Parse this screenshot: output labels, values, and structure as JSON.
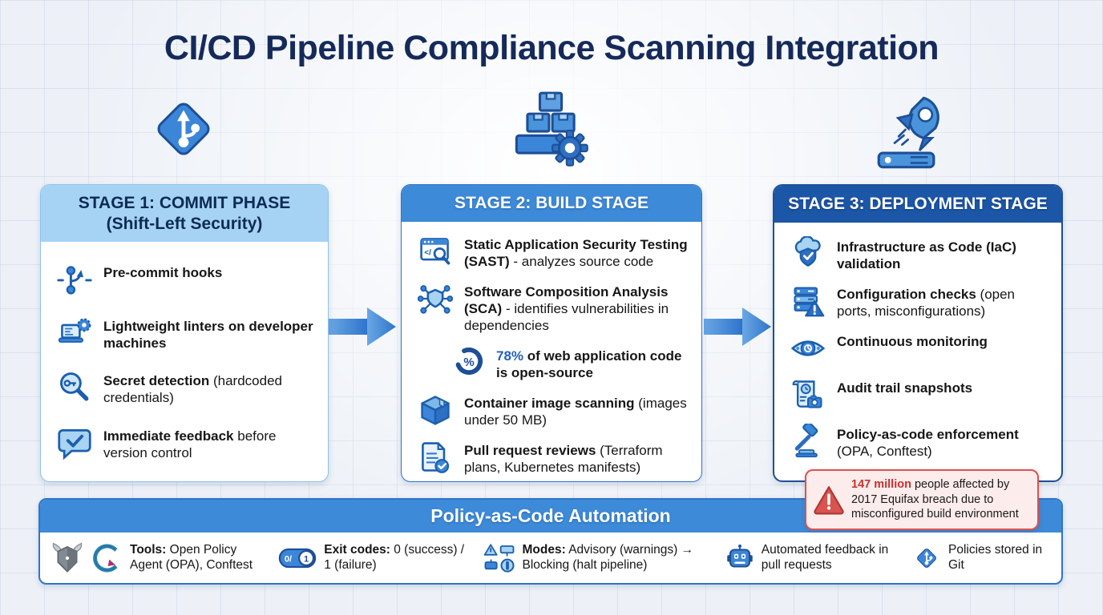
{
  "title": "CI/CD Pipeline Compliance Scanning Integration",
  "top_icons": [
    "git-diamond-icon",
    "packages-gear-icon",
    "rocket-launch-icon"
  ],
  "colors": {
    "stage1_header_bg": "#a6d3f4",
    "stage2_header_bg": "#3d8ad8",
    "stage3_header_bg": "#1c56a6",
    "accent_blue": "#2160bd",
    "alert_red": "#c9302c",
    "arrow_blue": "#2f74cc",
    "title_navy": "#152a5a",
    "warning_bg": "#fdecec"
  },
  "stages": [
    {
      "header_line1": "STAGE 1: COMMIT PHASE",
      "header_line2": "(Shift-Left Security)",
      "items": [
        {
          "icon": "git-branch-icon",
          "bold": "Pre-commit hooks",
          "rest": ""
        },
        {
          "icon": "laptop-linter-icon",
          "bold": "Lightweight linters on developer machines",
          "rest": ""
        },
        {
          "icon": "secret-magnifier-icon",
          "bold": "Secret detection",
          "rest": " (hardcoded credentials)"
        },
        {
          "icon": "feedback-bubble-icon",
          "bold": "Immediate feedback",
          "rest": " before version control"
        }
      ]
    },
    {
      "header_line1": "STAGE 2: BUILD STAGE",
      "items": [
        {
          "icon": "sast-code-scan-icon",
          "bold": "Static Application Security Testing (SAST)",
          "rest": " - analyzes source code"
        },
        {
          "icon": "sca-dependency-icon",
          "bold": "Software Composition Analysis (SCA)",
          "rest": " - identifies vulnerabilities in dependencies"
        },
        {
          "icon": "percent-donut-icon",
          "highlight": "78%",
          "bold": " of web application code is open-source",
          "rest": ""
        },
        {
          "icon": "container-box-icon",
          "bold": "Container image scanning",
          "rest": " (images under 50 MB)"
        },
        {
          "icon": "pull-request-doc-icon",
          "bold": "Pull request reviews",
          "rest": " (Terraform plans, Kubernetes manifests)"
        }
      ]
    },
    {
      "header_line1": "STAGE 3: DEPLOYMENT STAGE",
      "items": [
        {
          "icon": "cloud-shield-icon",
          "bold": "Infrastructure as Code (IaC) validation",
          "rest": ""
        },
        {
          "icon": "server-warning-icon",
          "bold": "Configuration checks",
          "rest": " (open ports, misconfigurations)"
        },
        {
          "icon": "eye-monitoring-icon",
          "bold": "Continuous monitoring",
          "rest": ""
        },
        {
          "icon": "audit-snapshot-icon",
          "bold": "Audit trail snapshots",
          "rest": ""
        },
        {
          "icon": "gavel-icon",
          "bold": "Policy-as-code enforcement",
          "rest": " (OPA, Conftest)"
        }
      ]
    }
  ],
  "warning": {
    "icon": "warning-triangle-icon",
    "highlight": "147 million",
    "rest": " people affected by 2017 Equifax breach due to misconfigured build environment"
  },
  "bottom_bar": {
    "header": "Policy-as-Code Automation",
    "items": [
      {
        "icons": [
          "opa-logo-icon",
          "conftest-logo-icon"
        ],
        "bold": "Tools:",
        "rest": " Open Policy Agent (OPA), Conftest"
      },
      {
        "icons": [
          "exit-codes-toggle-icon"
        ],
        "bold": "Exit codes:",
        "rest": " 0 (success) / 1 (failure)"
      },
      {
        "icons": [
          "modes-grid-icon"
        ],
        "bold": "Modes:",
        "rest": " Advisory (warnings) → Blocking (halt pipeline)"
      },
      {
        "icons": [
          "robot-icon"
        ],
        "bold": "",
        "rest": "Automated feedback in pull requests"
      },
      {
        "icons": [
          "git-diamond-small-icon"
        ],
        "bold": "",
        "rest": "Policies stored in Git"
      }
    ]
  },
  "glyphs": {
    "percent": "%",
    "exit_left": "0/",
    "exit_right": "1",
    "sast_code": "</",
    "warning_mark": "!"
  }
}
